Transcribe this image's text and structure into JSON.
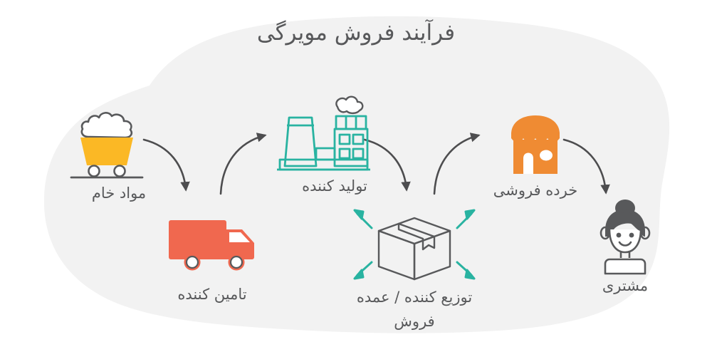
{
  "page": {
    "title": "فرآیند فروش مویرگی",
    "direction": "rtl",
    "background_color": "#ffffff",
    "blob_color": "#f2f2f2"
  },
  "colors": {
    "text": "#58595b",
    "arrow": "#4d4d4f",
    "raw_material_yellow": "#fbb825",
    "supplier_coral": "#f0684f",
    "manufacturer_teal": "#29b3a1",
    "distributor_gray": "#58595b",
    "distributor_arrow_teal": "#29b3a1",
    "retail_orange": "#ef8b33",
    "customer_gray": "#58595b"
  },
  "flow": {
    "nodes": [
      {
        "id": "raw-material",
        "label": "مواد خام",
        "icon": "mine-cart-icon",
        "color": "#fbb825",
        "order": 1
      },
      {
        "id": "supplier",
        "label": "تامین کننده",
        "icon": "delivery-truck-icon",
        "color": "#f0684f",
        "order": 2
      },
      {
        "id": "manufacturer",
        "label": "تولید کننده",
        "icon": "factory-icon",
        "color": "#29b3a1",
        "order": 3
      },
      {
        "id": "distributor",
        "label_line1": "توزیع کننده / عمده",
        "label_line2": "فروش",
        "label": "توزیع کننده / عمده فروش",
        "icon": "package-box-distribution-icon",
        "color": "#58595b",
        "order": 4
      },
      {
        "id": "retail",
        "label": "خرده فروشی",
        "icon": "storefront-icon",
        "color": "#ef8b33",
        "order": 5
      },
      {
        "id": "customer",
        "label": "مشتری",
        "icon": "customer-avatar-icon",
        "color": "#58595b",
        "order": 6
      }
    ],
    "connectors": [
      {
        "id": "raw-to-supplier",
        "from": "raw-material",
        "to": "supplier",
        "shape": "curve-down",
        "icon": "arrow-curve-down-icon"
      },
      {
        "id": "supplier-to-maker",
        "from": "supplier",
        "to": "manufacturer",
        "shape": "curve-up",
        "icon": "arrow-curve-up-icon"
      },
      {
        "id": "maker-to-distributor",
        "from": "manufacturer",
        "to": "distributor",
        "shape": "curve-down",
        "icon": "arrow-curve-down-icon"
      },
      {
        "id": "distributor-to-retail",
        "from": "distributor",
        "to": "retail",
        "shape": "curve-up",
        "icon": "arrow-curve-up-icon"
      },
      {
        "id": "retail-to-customer",
        "from": "retail",
        "to": "customer",
        "shape": "curve-down",
        "icon": "arrow-curve-down-icon"
      }
    ]
  }
}
